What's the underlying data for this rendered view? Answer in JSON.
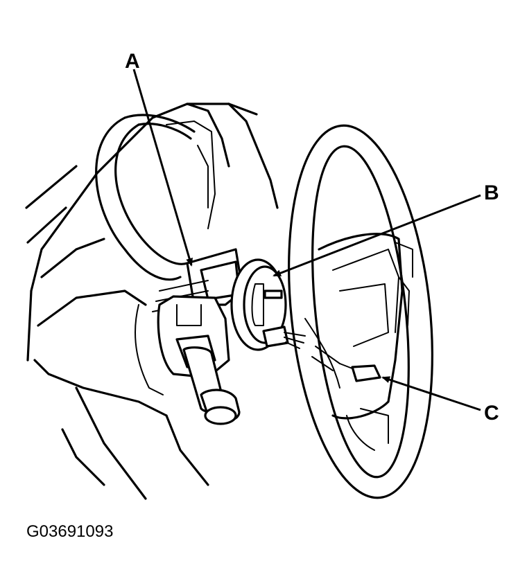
{
  "callouts": {
    "a": "A",
    "b": "B",
    "c": "C"
  },
  "figure_code": "G03691093"
}
